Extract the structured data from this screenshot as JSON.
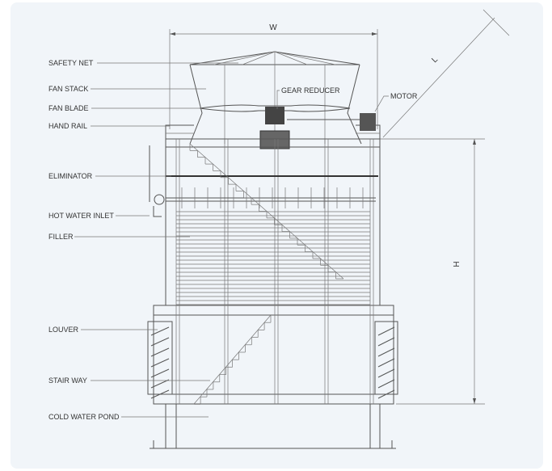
{
  "diagram": {
    "title": "Cooling tower elevation",
    "dimensions": {
      "width": "W",
      "length": "L",
      "height": "H"
    },
    "labels": {
      "safety_net": "SAFETY NET",
      "fan_stack": "FAN STACK",
      "fan_blade": "FAN BLADE",
      "hand_rail": "HAND RAIL",
      "eliminator": "ELIMINATOR",
      "hot_water_inlet": "HOT WATER INLET",
      "filler": "FILLER",
      "louver": "LOUVER",
      "stair_way": "STAIR WAY",
      "cold_water_pond": "COLD WATER POND",
      "gear_reducer": "GEAR REDUCER",
      "motor": "MOTOR"
    }
  }
}
